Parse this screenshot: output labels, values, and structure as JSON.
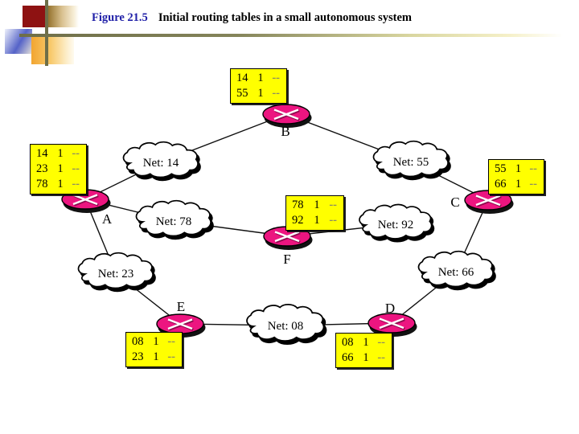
{
  "slide": {
    "figure_label": "Figure 21.5",
    "title": "Initial routing tables in a small autonomous system"
  },
  "diagram": {
    "routers": {
      "a": "A",
      "b": "B",
      "c": "C",
      "d": "D",
      "e": "E",
      "f": "F"
    },
    "networks": {
      "net14": "Net: 14",
      "net55": "Net: 55",
      "net78": "Net: 78",
      "net92": "Net: 92",
      "net23": "Net: 23",
      "net66": "Net: 66",
      "net08": "Net: 08"
    },
    "tables": {
      "b": {
        "rows": [
          [
            "14",
            "1",
            "--"
          ],
          [
            "55",
            "1",
            "--"
          ]
        ]
      },
      "a": {
        "rows": [
          [
            "14",
            "1",
            "--"
          ],
          [
            "23",
            "1",
            "--"
          ],
          [
            "78",
            "1",
            "--"
          ]
        ]
      },
      "c": {
        "rows": [
          [
            "55",
            "1",
            "--"
          ],
          [
            "66",
            "1",
            "--"
          ]
        ]
      },
      "f": {
        "rows": [
          [
            "78",
            "1",
            "--"
          ],
          [
            "92",
            "1",
            "--"
          ]
        ]
      },
      "e": {
        "rows": [
          [
            "08",
            "1",
            "--"
          ],
          [
            "23",
            "1",
            "--"
          ]
        ]
      },
      "d": {
        "rows": [
          [
            "08",
            "1",
            "--"
          ],
          [
            "66",
            "1",
            "--"
          ]
        ]
      }
    },
    "links": [
      [
        "A",
        "Net: 14"
      ],
      [
        "A",
        "Net: 23"
      ],
      [
        "A",
        "Net: 78"
      ],
      [
        "B",
        "Net: 14"
      ],
      [
        "B",
        "Net: 55"
      ],
      [
        "C",
        "Net: 55"
      ],
      [
        "C",
        "Net: 66"
      ],
      [
        "D",
        "Net: 08"
      ],
      [
        "D",
        "Net: 66"
      ],
      [
        "E",
        "Net: 08"
      ],
      [
        "E",
        "Net: 23"
      ],
      [
        "F",
        "Net: 78"
      ],
      [
        "F",
        "Net: 92"
      ]
    ],
    "colors": {
      "router_fill": "#EC1580",
      "table_bg": "#FFFF00",
      "dash_text": "#8C8C64",
      "figure_label_text": "#2121A8",
      "accent_line": "#6E6E48"
    }
  }
}
